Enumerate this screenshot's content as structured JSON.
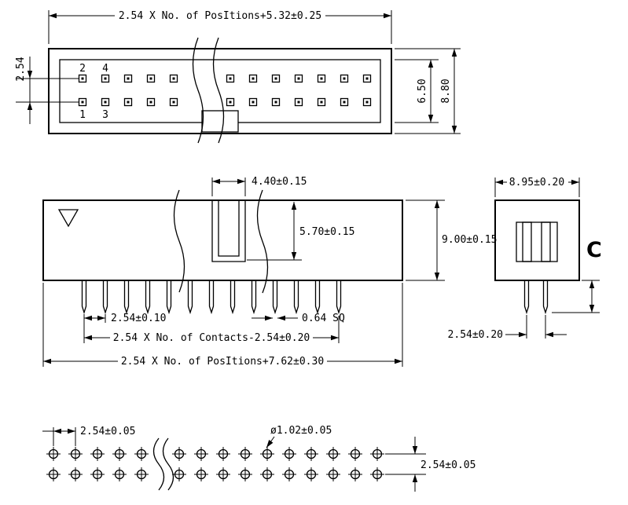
{
  "top_view": {
    "dim_total_width": "2.54 X No. of PosItions+5.32±0.25",
    "dim_row_pitch": "2.54",
    "dim_inner_height": "6.50",
    "dim_outer_height": "8.80",
    "pin_numbers": {
      "p1": "1",
      "p2": "2",
      "p3": "3",
      "p4": "4"
    }
  },
  "front_view": {
    "dim_key_width": "4.40±0.15",
    "dim_key_depth": "5.70±0.15",
    "dim_body_height": "9.00±0.15",
    "dim_pin_pitch": "2.54±0.10",
    "dim_pin_square": "0.64 SQ",
    "dim_contact_span": "2.54 X No. of Contacts-2.54±0.20",
    "dim_total_width": "2.54 X No. of PosItions+7.62±0.30"
  },
  "side_view": {
    "dim_body_width": "8.95±0.20",
    "dim_pin_length_label": "C",
    "dim_pin_pitch": "2.54±0.20"
  },
  "pcb_view": {
    "dim_hole_pitch": "2.54±0.05",
    "dim_hole_diameter": "ø1.02±0.05",
    "dim_row_pitch": "2.54±0.05"
  }
}
